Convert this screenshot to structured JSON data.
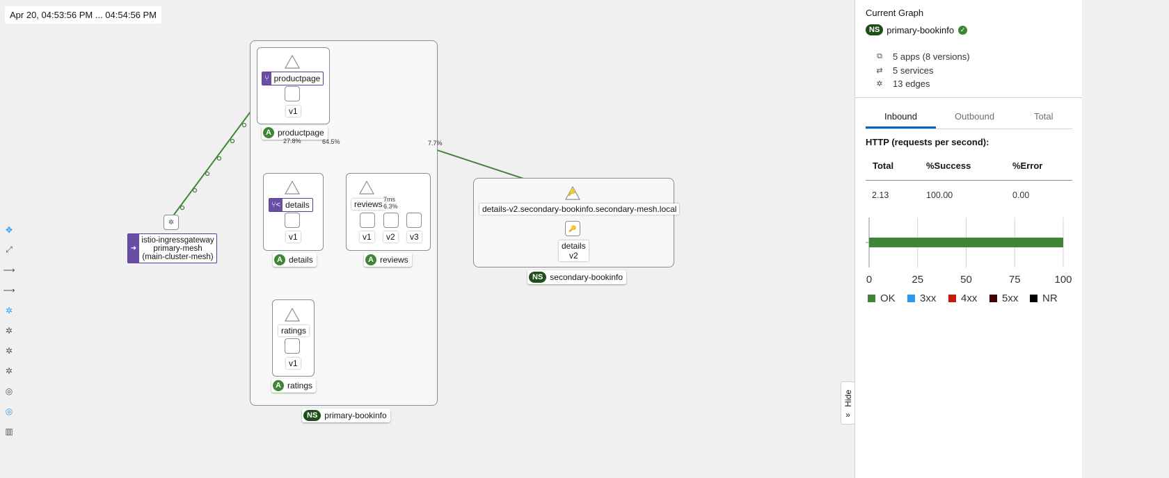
{
  "time_range": "Apr 20, 04:53:56 PM ... 04:54:56 PM",
  "graph": {
    "nodes": {
      "productpage_service": "productpage",
      "productpage_version": "v1",
      "productpage_app": "productpage",
      "details_service": "details",
      "details_version": "v1",
      "details_app": "details",
      "reviews_service": "reviews",
      "reviews_v1": "v1",
      "reviews_v2": "v2",
      "reviews_v3": "v3",
      "reviews_app": "reviews",
      "ratings_service": "ratings",
      "ratings_version": "v1",
      "ratings_app": "ratings",
      "gateway_line1": "istio-ingressgateway",
      "gateway_line2": "primary-mesh",
      "gateway_line3": "(main-cluster-mesh)",
      "remote_service": "details-v2.secondary-bookinfo.secondary-mesh.local",
      "remote_app_line1": "details",
      "remote_app_line2": "v2",
      "primary_ns": "primary-bookinfo",
      "secondary_ns": "secondary-bookinfo"
    },
    "badges": {
      "app": "A",
      "namespace": "NS"
    },
    "edge_labels": {
      "to_details": "27.8%",
      "to_reviews": "64.5%",
      "to_remote": "7.7%",
      "reviews_ms": "7ms",
      "reviews_pct": "6.3%"
    },
    "toolbar_icons": [
      "move-icon",
      "fit-icon",
      "arrow-icon",
      "arrow-icon",
      "layout-icon",
      "layout-icon",
      "layout-icon",
      "layout-icon",
      "clock-icon",
      "clock-icon",
      "map-icon"
    ],
    "hide_label": "Hide"
  },
  "panel": {
    "title": "Current Graph",
    "namespace": "primary-bookinfo",
    "ns_badge": "NS",
    "stats": {
      "apps": "5 apps (8 versions)",
      "services": "5 services",
      "edges": "13 edges"
    },
    "tabs": [
      "Inbound",
      "Outbound",
      "Total"
    ],
    "http_title": "HTTP (requests per second):",
    "table": {
      "headers": [
        "Total",
        "%Success",
        "%Error"
      ],
      "row": [
        "2.13",
        "100.00",
        "0.00"
      ]
    },
    "colors": {
      "ok": "#3e8635",
      "3xx": "#2b9af3",
      "4xx": "#c9190b",
      "5xx": "#470000",
      "nr": "#000000",
      "accent": "#0066cc"
    }
  },
  "chart_data": {
    "type": "bar",
    "orientation": "horizontal",
    "categories": [
      "OK",
      "3xx",
      "4xx",
      "5xx",
      "NR"
    ],
    "values": [
      100,
      0,
      0,
      0,
      0
    ],
    "xlim": [
      0,
      100
    ],
    "ticks": [
      "0",
      "25",
      "50",
      "75",
      "100"
    ],
    "legend": [
      "OK",
      "3xx",
      "4xx",
      "5xx",
      "NR"
    ],
    "legend_position": "bottom"
  }
}
